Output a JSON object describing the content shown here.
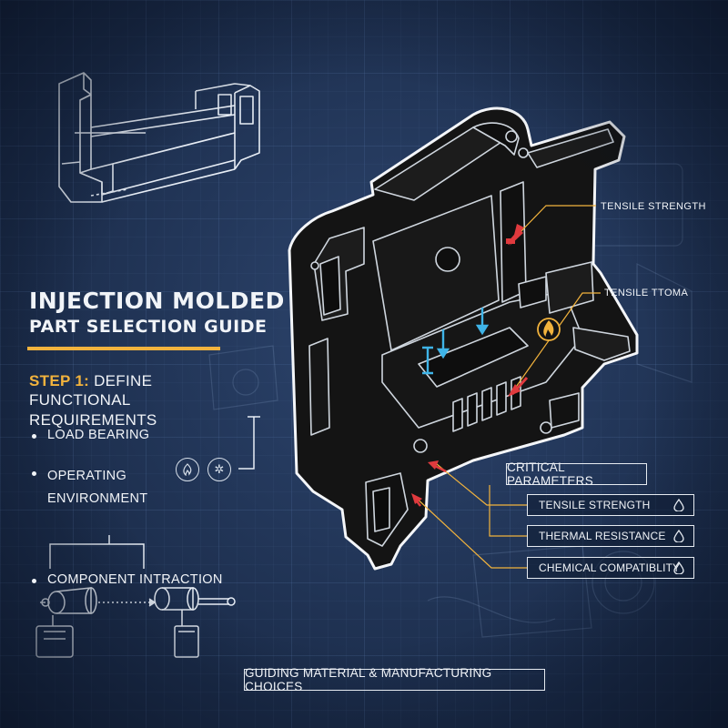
{
  "title": {
    "line1": "INJECTION MOLDED",
    "line2": "PART SELECTION GUIDE"
  },
  "step": {
    "label": "STEP 1:",
    "text": "DEFINE FUNCTIONAL REQUIREMENTS"
  },
  "bullets": [
    "LOAD BEARING",
    "OPERATING ENVIRONMENT",
    "COMPONENT INTRACTION"
  ],
  "environment_icons": [
    "fire-icon",
    "snowflake-icon"
  ],
  "callouts": {
    "tensile_strength": "TENSILE STRENGTH",
    "tensile_ttoma": "TENSILE TTOMA"
  },
  "critical_parameters": {
    "header": "CRITICAL PARAMETERS",
    "items": [
      "TENSILE STRENGTH",
      "THERMAL RESISTANCE",
      "CHEMICAL COMPATIBLITY"
    ],
    "item_icon": "droplet-icon"
  },
  "footer": "GUIDING MATERIAL & MANUFACTURING CHOICES",
  "colors": {
    "background": "#1b2c4a",
    "accent": "#f2b33d",
    "arrow_red": "#e03a3e",
    "arrow_blue": "#3fb4e8",
    "part": "#141414"
  }
}
